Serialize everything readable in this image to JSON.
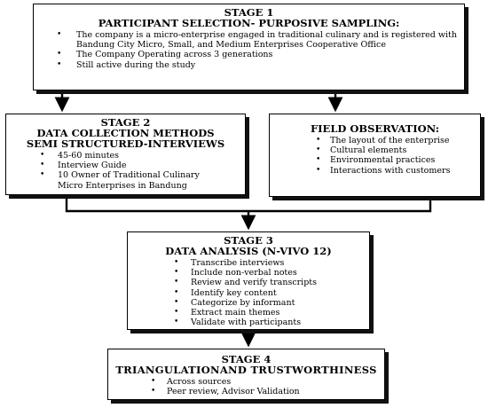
{
  "stage1": {
    "label": "STAGE 1",
    "title": "PARTICIPANT SELECTION- PURPOSIVE SAMPLING:",
    "bullets": [
      "The company is a micro-enterprise engaged in traditional culinary and is registered with Bandung City Micro, Small, and Medium Enterprises Cooperative Office",
      "The Company Operating across 3 generations",
      "Still active during the study"
    ]
  },
  "stage2": {
    "label": "STAGE 2",
    "title_line1": "DATA COLLECTION METHODS",
    "title_line2": "SEMI STRUCTURED-INTERVIEWS",
    "bullets": [
      "45-60 minutes",
      "Interview Guide",
      "10 Owner of Traditional Culinary Micro Enterprises in Bandung"
    ]
  },
  "field_observation": {
    "title": "FIELD OBSERVATION:",
    "bullets": [
      "The layout of the enterprise",
      "Cultural elements",
      "Environmental practices",
      "Interactions with customers"
    ]
  },
  "stage3": {
    "label": "STAGE 3",
    "title": "DATA ANALYSIS (N-VIVO 12)",
    "bullets": [
      "Transcribe interviews",
      "Include non-verbal notes",
      "Review and verify transcripts",
      "Identify key content",
      "Categorize by informant",
      "Extract main themes",
      "Validate with participants"
    ]
  },
  "stage4": {
    "label": "STAGE 4",
    "title": "TRIANGULATIONAND TRUSTWORTHINESS",
    "bullets": [
      "Across sources",
      "Peer review, Advisor Validation"
    ]
  },
  "bullet_glyph": "•"
}
